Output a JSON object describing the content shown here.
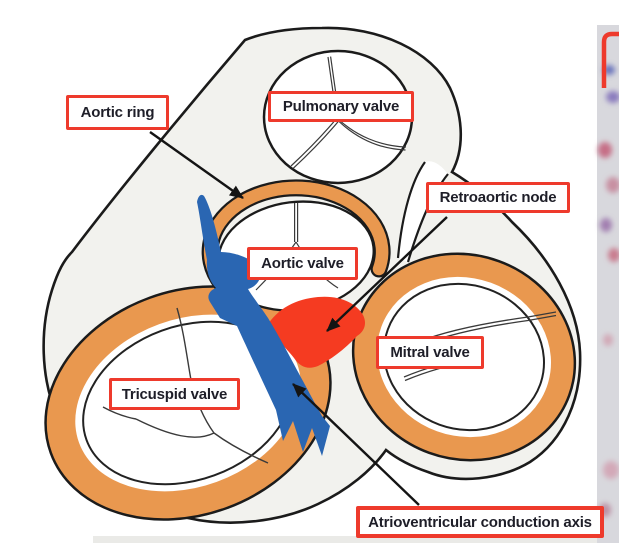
{
  "figure": {
    "labels": {
      "aortic_ring": "Aortic ring",
      "pulmonary_valve": "Pulmonary valve",
      "retroaortic_node": "Retroaortic node",
      "aortic_valve": "Aortic valve",
      "mitral_valve": "Mitral valve",
      "tricuspid_valve": "Tricuspid valve",
      "av_conduction_axis": "Atrioventricular conduction axis"
    }
  },
  "colors": {
    "shape_fill": "#F2F2EE",
    "outline": "#1B1B1B",
    "ring_orange": "#E9984F",
    "axis_blue": "#2A66B2",
    "node_red": "#F53B21",
    "label_border": "#EE3A2C",
    "label_text": "#1E1E28",
    "leaflet_line": "#3A3A3A",
    "strip_bg": "#D8D8DD",
    "bottom_strip": "#EAEAE7"
  }
}
